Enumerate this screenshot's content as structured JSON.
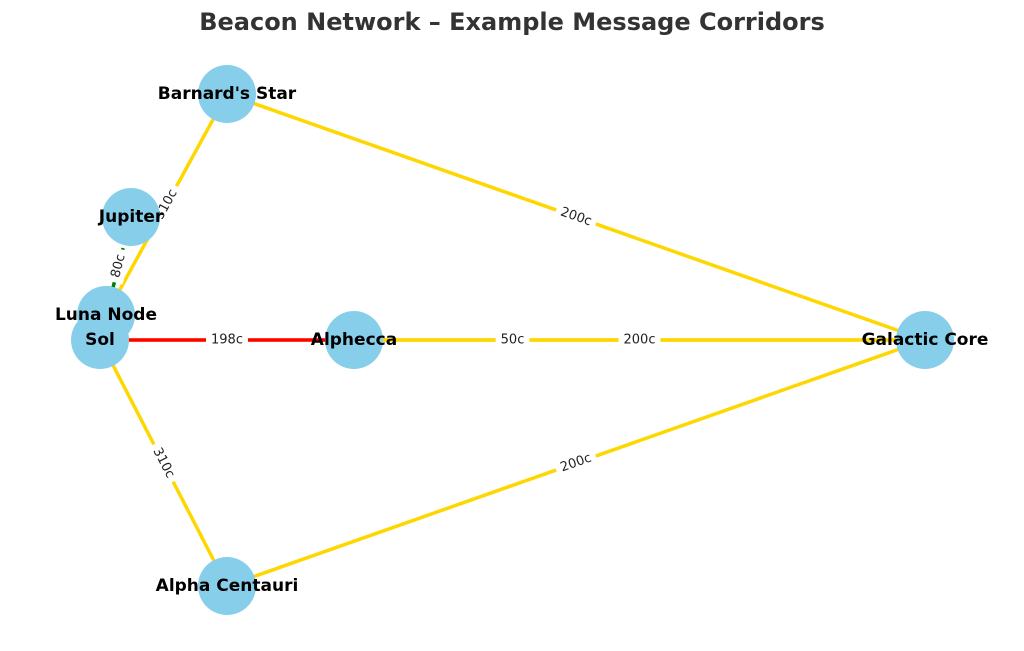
{
  "title": "Beacon Network – Example Message Corridors",
  "colors": {
    "node": "#87ceeb",
    "edge_default": "#ffd700",
    "edge_red": "#ff0000",
    "edge_green": "#008000",
    "label_bg": "#ffffff"
  },
  "nodes": [
    {
      "id": "barnards_star",
      "label": "Barnard's Star"
    },
    {
      "id": "jupiter",
      "label": "Jupiter"
    },
    {
      "id": "luna_node",
      "label": "Luna Node"
    },
    {
      "id": "sol",
      "label": "Sol"
    },
    {
      "id": "alphecca",
      "label": "Alphecca"
    },
    {
      "id": "galactic_core",
      "label": "Galactic Core"
    },
    {
      "id": "alpha_centauri",
      "label": "Alpha Centauri"
    }
  ],
  "edges": [
    {
      "from": "barnards_star",
      "to": "luna_node",
      "label": "310c",
      "color": "edge_default",
      "style": "solid"
    },
    {
      "from": "jupiter",
      "to": "luna_node",
      "label": "80c",
      "color": "edge_green",
      "style": "dashed"
    },
    {
      "from": "barnards_star",
      "to": "galactic_core",
      "label": "200c",
      "color": "edge_default",
      "style": "solid"
    },
    {
      "from": "sol",
      "to": "galactic_core",
      "label": "50c",
      "color": "edge_default",
      "style": "solid"
    },
    {
      "from": "alphecca",
      "to": "galactic_core",
      "label": "200c",
      "color": "edge_default",
      "style": "solid"
    },
    {
      "from": "sol",
      "to": "alphecca",
      "label": "198c",
      "color": "edge_red",
      "style": "solid"
    },
    {
      "from": "sol",
      "to": "alpha_centauri",
      "label": "310c",
      "color": "edge_default",
      "style": "solid"
    },
    {
      "from": "alpha_centauri",
      "to": "galactic_core",
      "label": "200c",
      "color": "edge_default",
      "style": "solid"
    }
  ]
}
